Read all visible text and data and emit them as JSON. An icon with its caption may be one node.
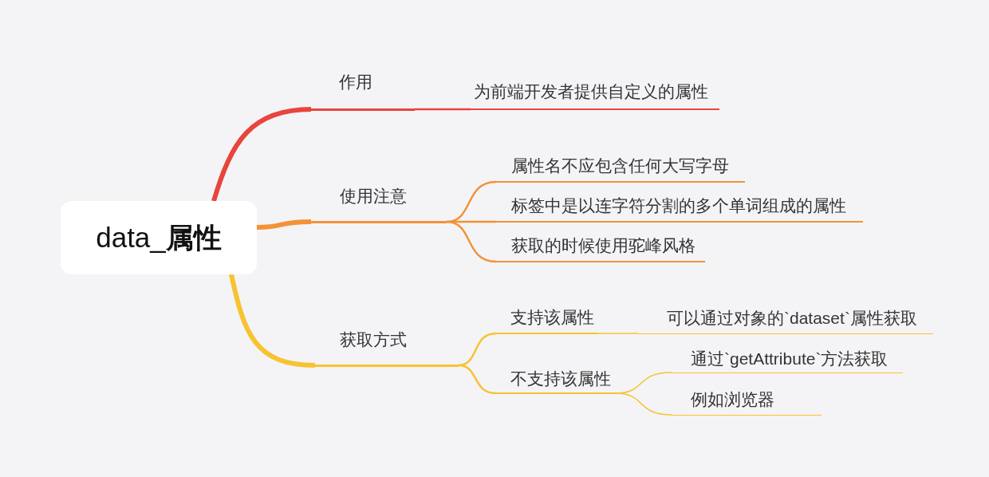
{
  "diagram": {
    "nodes": [
      {
        "text": [
          "data_**属性**"
        ]
      },
      {
        "text": [
          "作用"
        ]
      },
      {
        "text": [
          "为前端开发者提供自定义的属性"
        ]
      },
      {
        "text": [
          "使用注意"
        ]
      },
      {
        "text": [
          "属性名不应包含任何大写字母"
        ]
      },
      {
        "text": [
          "标签中是以连字符分割的多个单词组成的属性"
        ]
      },
      {
        "text": [
          "获取的时候使用驼峰风格"
        ]
      },
      {
        "text": [
          "获取方式"
        ]
      },
      {
        "text": [
          "支持该属性"
        ]
      },
      {
        "text": [
          "可以通过对象的`dataset`属性获取"
        ]
      },
      {
        "text": [
          "不支持该属性"
        ]
      },
      {
        "text": [
          "通过`getAttribute`方法获取"
        ]
      },
      {
        "text": [
          "例如浏览器"
        ]
      }
    ],
    "edges": [
      {
        "from": 0,
        "to": 1,
        "arrow": "none",
        "style": "thick",
        "color": "#e8453c"
      },
      {
        "from": 1,
        "to": 2,
        "arrow": "none",
        "color": "#e8453c"
      },
      {
        "from": 0,
        "to": 3,
        "arrow": "none",
        "style": "thick",
        "color": "#f39237"
      },
      {
        "from": 3,
        "to": 4,
        "arrow": "none",
        "color": "#f39237"
      },
      {
        "from": 3,
        "to": 5,
        "arrow": "none",
        "color": "#f39237"
      },
      {
        "from": 3,
        "to": 6,
        "arrow": "none",
        "color": "#f39237"
      },
      {
        "from": 0,
        "to": 7,
        "arrow": "none",
        "style": "thick"
      },
      {
        "from": 7,
        "to": 8,
        "arrow": "none"
      },
      {
        "from": 8,
        "to": 9,
        "arrow": "none"
      },
      {
        "from": 7,
        "to": 10,
        "arrow": "none"
      },
      {
        "from": 10,
        "to": 11,
        "arrow": "none"
      },
      {
        "from": 10,
        "to": 12,
        "arrow": "none"
      }
    ]
  }
}
